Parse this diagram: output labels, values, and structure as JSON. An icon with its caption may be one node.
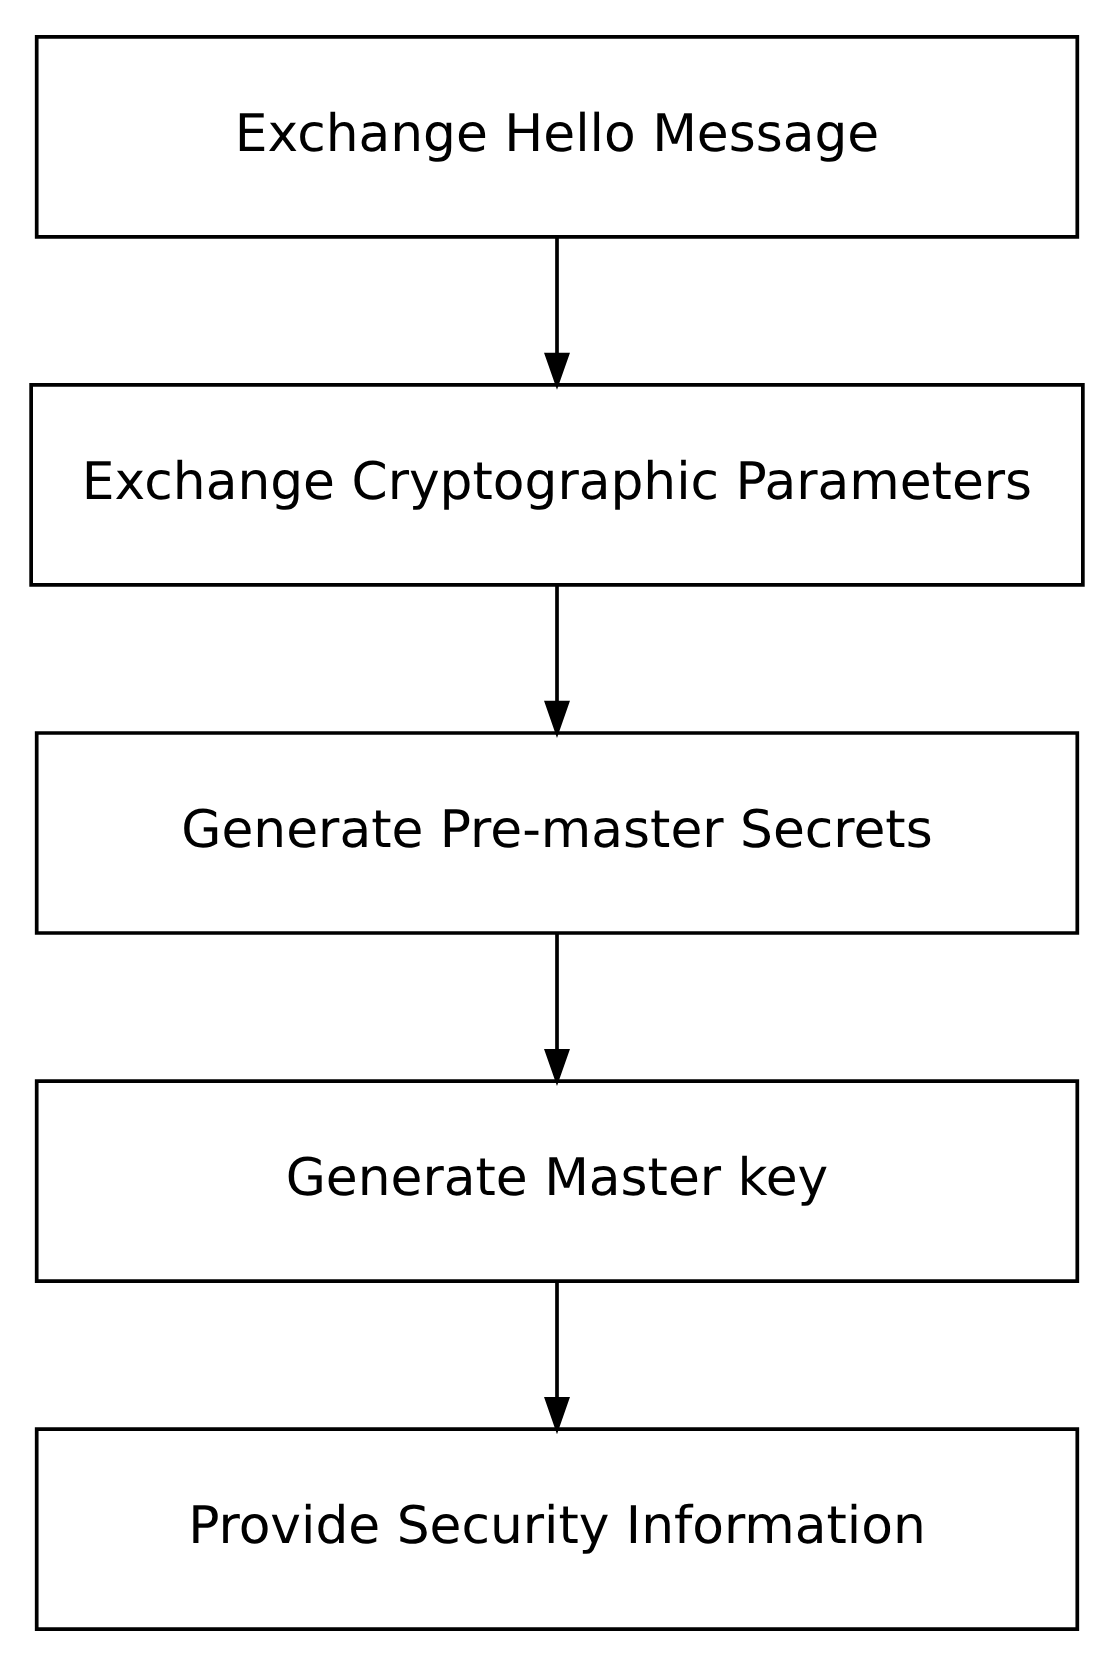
{
  "diagram": {
    "nodes": [
      {
        "text": [
          "Exchange Hello Message"
        ]
      },
      {
        "text": [
          "Exchange Cryptographic Parameters"
        ]
      },
      {
        "text": [
          "Generate Pre-master Secrets"
        ]
      },
      {
        "text": [
          "Generate Master key"
        ]
      },
      {
        "text": [
          "Provide Security Information"
        ]
      }
    ],
    "edges": [
      {
        "from": 0,
        "to": 1,
        "arrow": "to"
      },
      {
        "from": 1,
        "to": 2,
        "arrow": "to"
      },
      {
        "from": 2,
        "to": 3,
        "arrow": "to"
      },
      {
        "from": 3,
        "to": 4,
        "arrow": "to"
      }
    ]
  }
}
